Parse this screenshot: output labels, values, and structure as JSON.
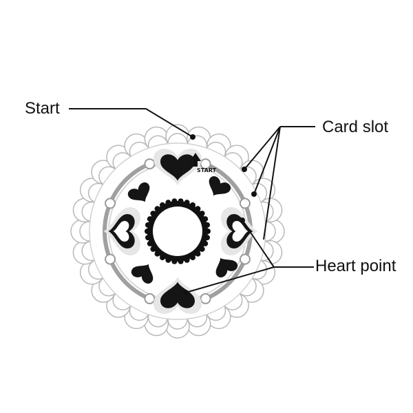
{
  "labels": {
    "start": "Start",
    "card_slot": "Card slot",
    "heart_point": "Heart point",
    "start_marker": "START"
  },
  "colors": {
    "ink": "#111111",
    "scallop_fill": "#ffffff",
    "scallop_stroke": "#bbbbbb",
    "track": "#9a9a9a",
    "heart": "#151515"
  }
}
